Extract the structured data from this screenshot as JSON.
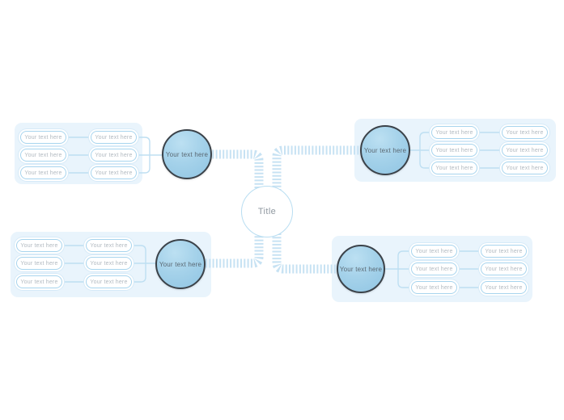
{
  "center": {
    "label": "Title"
  },
  "branches": [
    {
      "position": "top-left",
      "label": "Your text here",
      "outer": [
        "Your text here",
        "Your text here",
        "Your text here"
      ],
      "inner": [
        "Your text here",
        "Your text here",
        "Your text here"
      ]
    },
    {
      "position": "top-right",
      "label": "Your text here",
      "outer": [
        "Your text here",
        "Your text here",
        "Your text here"
      ],
      "inner": [
        "Your text here",
        "Your text here",
        "Your text here"
      ]
    },
    {
      "position": "bottom-left",
      "label": "Your text here",
      "outer": [
        "Your text here",
        "Your text here",
        "Your text here"
      ],
      "inner": [
        "Your text here",
        "Your text here",
        "Your text here"
      ]
    },
    {
      "position": "bottom-right",
      "label": "Your text here",
      "outer": [
        "Your text here",
        "Your text here",
        "Your text here"
      ],
      "inner": [
        "Your text here",
        "Your text here",
        "Your text here"
      ]
    }
  ],
  "colors": {
    "panel": "#e9f4fc",
    "band_stripe": "#c7e2f3",
    "connector_line": "#bedff2",
    "leaf_border": "#a7d4ee",
    "leaf_text": "#b2bac1",
    "node_fill_top": "#bce0f2",
    "node_fill_bottom": "#90c5e3",
    "node_border": "#3b4249",
    "node_text": "#5a6872",
    "center_border": "#b9def2",
    "center_text": "#8f98a0"
  }
}
